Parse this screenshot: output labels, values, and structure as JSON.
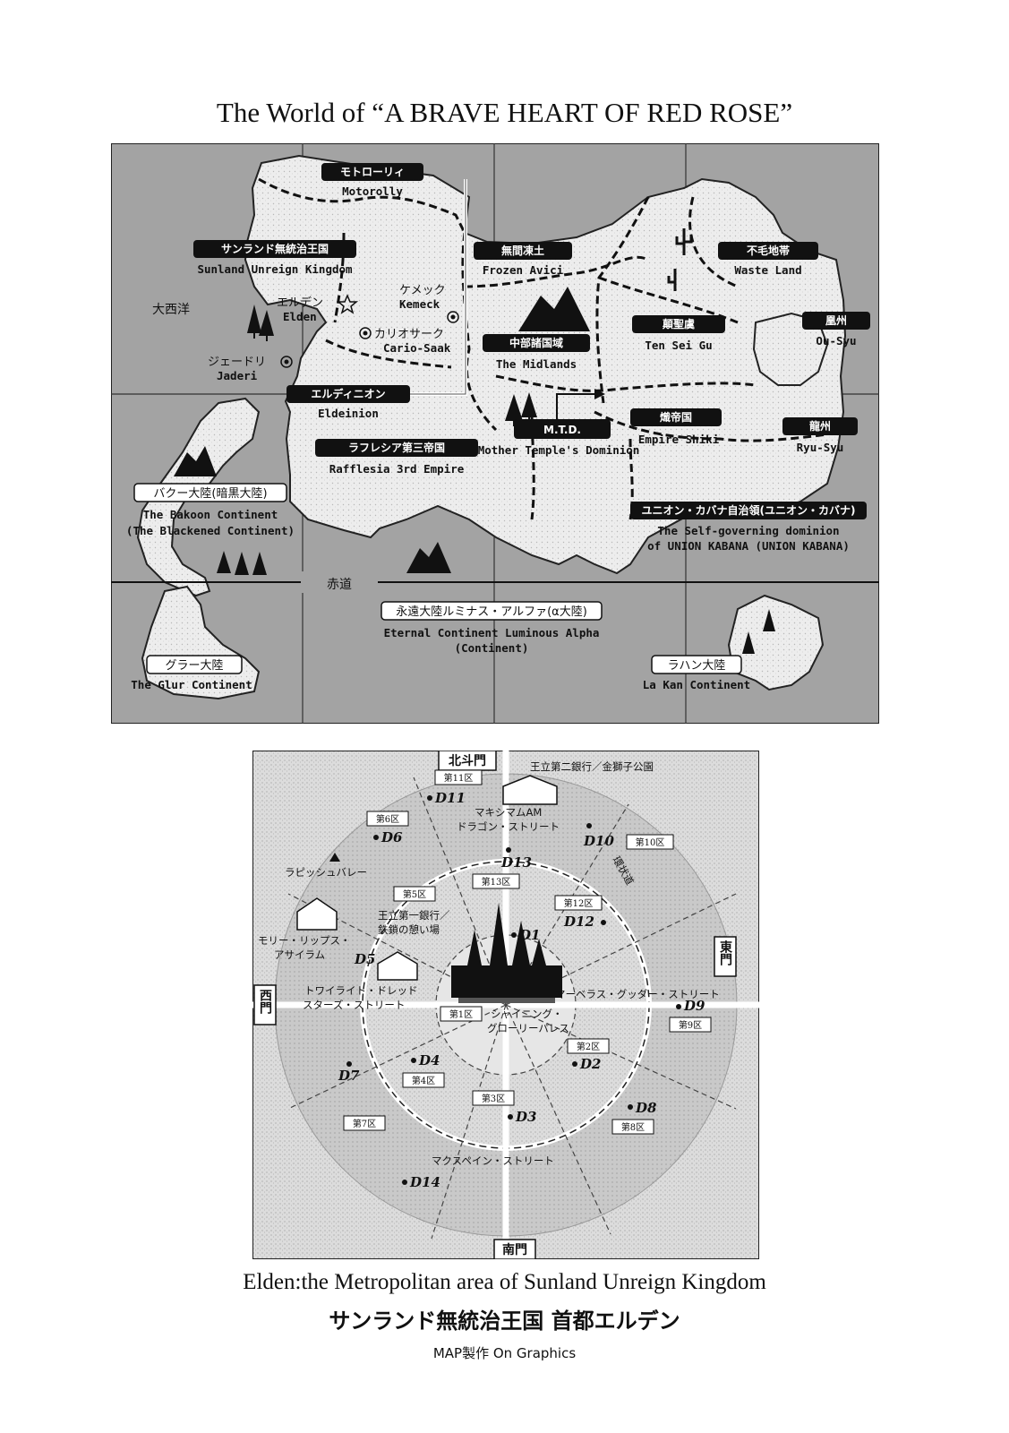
{
  "title": "The World of “A BRAVE HEART OF RED ROSE”",
  "world_map": {
    "ocean_label": "大西洋",
    "equator_label": "赤道",
    "regions": [
      {
        "jp": "モトローリィ",
        "en": "Motorolly"
      },
      {
        "jp": "サンランド無統治王国",
        "en": "Sunland Unreign Kingdom"
      },
      {
        "jp": "無間凍土",
        "en": "Frozen Avici"
      },
      {
        "jp": "不毛地帯",
        "en": "Waste Land"
      },
      {
        "jp": "中部諸国域",
        "en": "The Midlands"
      },
      {
        "jp": "顛聖虞",
        "en": "Ten Sei Gu"
      },
      {
        "jp": "凰州",
        "en": "Ou-Syu"
      },
      {
        "jp": "エルディニオン",
        "en": "Eldeinion"
      },
      {
        "jp": "M.T.D.",
        "en": "Mother Temple's Dominion"
      },
      {
        "jp": "熾帝国",
        "en": "Empire Shiki"
      },
      {
        "jp": "龍州",
        "en": "Ryu-Syu"
      },
      {
        "jp": "ラフレシア第三帝国",
        "en": "Rafflesia 3rd Empire"
      },
      {
        "jp": "ユニオン・カバナ自治領(ユニオン・カバナ)",
        "en": "The Self-governing dominion",
        "en2": "of UNION KABANA (UNION KABANA)"
      },
      {
        "jp": "バクー大陸(暗黒大陸)",
        "en": "The Bakoon Continent",
        "en2": "(The Blackened Continent)"
      },
      {
        "jp": "永遠大陸ルミナス・アルファ(α大陸)",
        "en": "Eternal Continent Luminous Alpha",
        "en2": "(Continent)"
      },
      {
        "jp": "グラー大陸",
        "en": "The Glur Continent"
      },
      {
        "jp": "ラハン大陸",
        "en": "La Kan Continent"
      }
    ],
    "cities": [
      {
        "jp": "エルデン",
        "en": "Elden"
      },
      {
        "jp": "ケメック",
        "en": "Kemeck"
      },
      {
        "jp": "カリオサーク",
        "en": "Cario-Saak"
      },
      {
        "jp": "ジェードリ",
        "en": "Jaderi"
      }
    ]
  },
  "city_map": {
    "gates": {
      "north": "北斗門",
      "east": "東門",
      "west": "西門",
      "south": "南門"
    },
    "landmarks": [
      "王立第二銀行／金獅子公園",
      "マキシマムAM",
      "ドラゴン・ストリート",
      "ラピッシュバレー",
      "モリー・リップス・",
      "アサイラム",
      "王立第一銀行／",
      "鉄鎖の憩い場",
      "トワイライト・ドレッド",
      "スターズ・ストリート",
      "マーベラス・グッダー・ストリート",
      "シャイニング・",
      "グローリーパレス",
      "マクスペイン・ストリート",
      "環状道"
    ],
    "wards": [
      "第1区",
      "第2区",
      "第3区",
      "第4区",
      "第5区",
      "第6区",
      "第7区",
      "第8区",
      "第9区",
      "第10区",
      "第11区",
      "第12区",
      "第13区"
    ],
    "districts": [
      "D1",
      "D2",
      "D3",
      "D4",
      "D5",
      "D6",
      "D7",
      "D8",
      "D9",
      "D10",
      "D11",
      "D12",
      "D13",
      "D14"
    ]
  },
  "caption_en": "Elden:the Metropolitan area of  Sunland Unreign Kingdom",
  "caption_jp": "サンランド無統治王国 首都エルデン",
  "credit": "MAP製作  On Graphics"
}
